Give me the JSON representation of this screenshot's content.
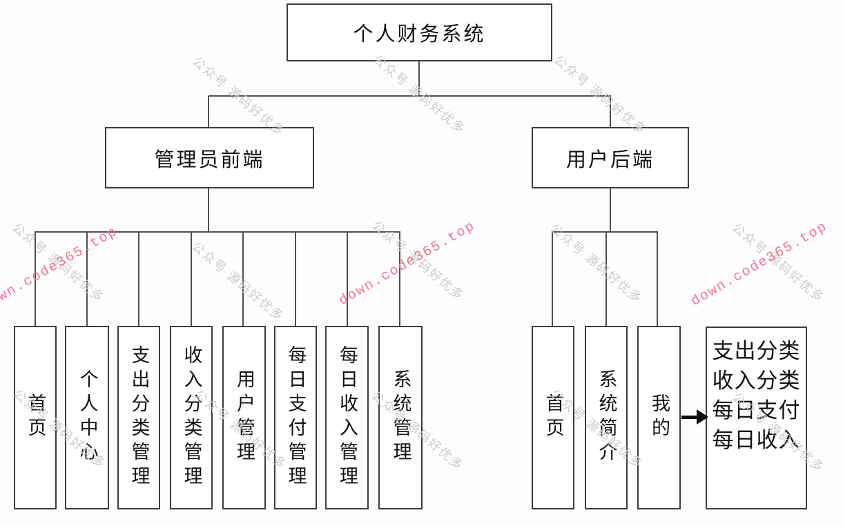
{
  "diagram": {
    "root_label": "个人财务系统",
    "admin": {
      "label": "管理员前端",
      "children": [
        "首页",
        "个人中心",
        "支出分类管理",
        "收入分类管理",
        "用户管理",
        "每日支付管理",
        "每日收入管理",
        "系统管理"
      ]
    },
    "user": {
      "label": "用户后端",
      "children": [
        "首页",
        "系统简介",
        "我的"
      ],
      "detail": {
        "lines": [
          "支出分类",
          "收入分类",
          "每日支付",
          "每日收入"
        ]
      }
    }
  },
  "watermarks": {
    "gray_text": "公众号 源码好优多",
    "pink_text": "down.code365.top",
    "gray_color": "#c9c9c9",
    "pink_color": "#ef6d8d"
  }
}
